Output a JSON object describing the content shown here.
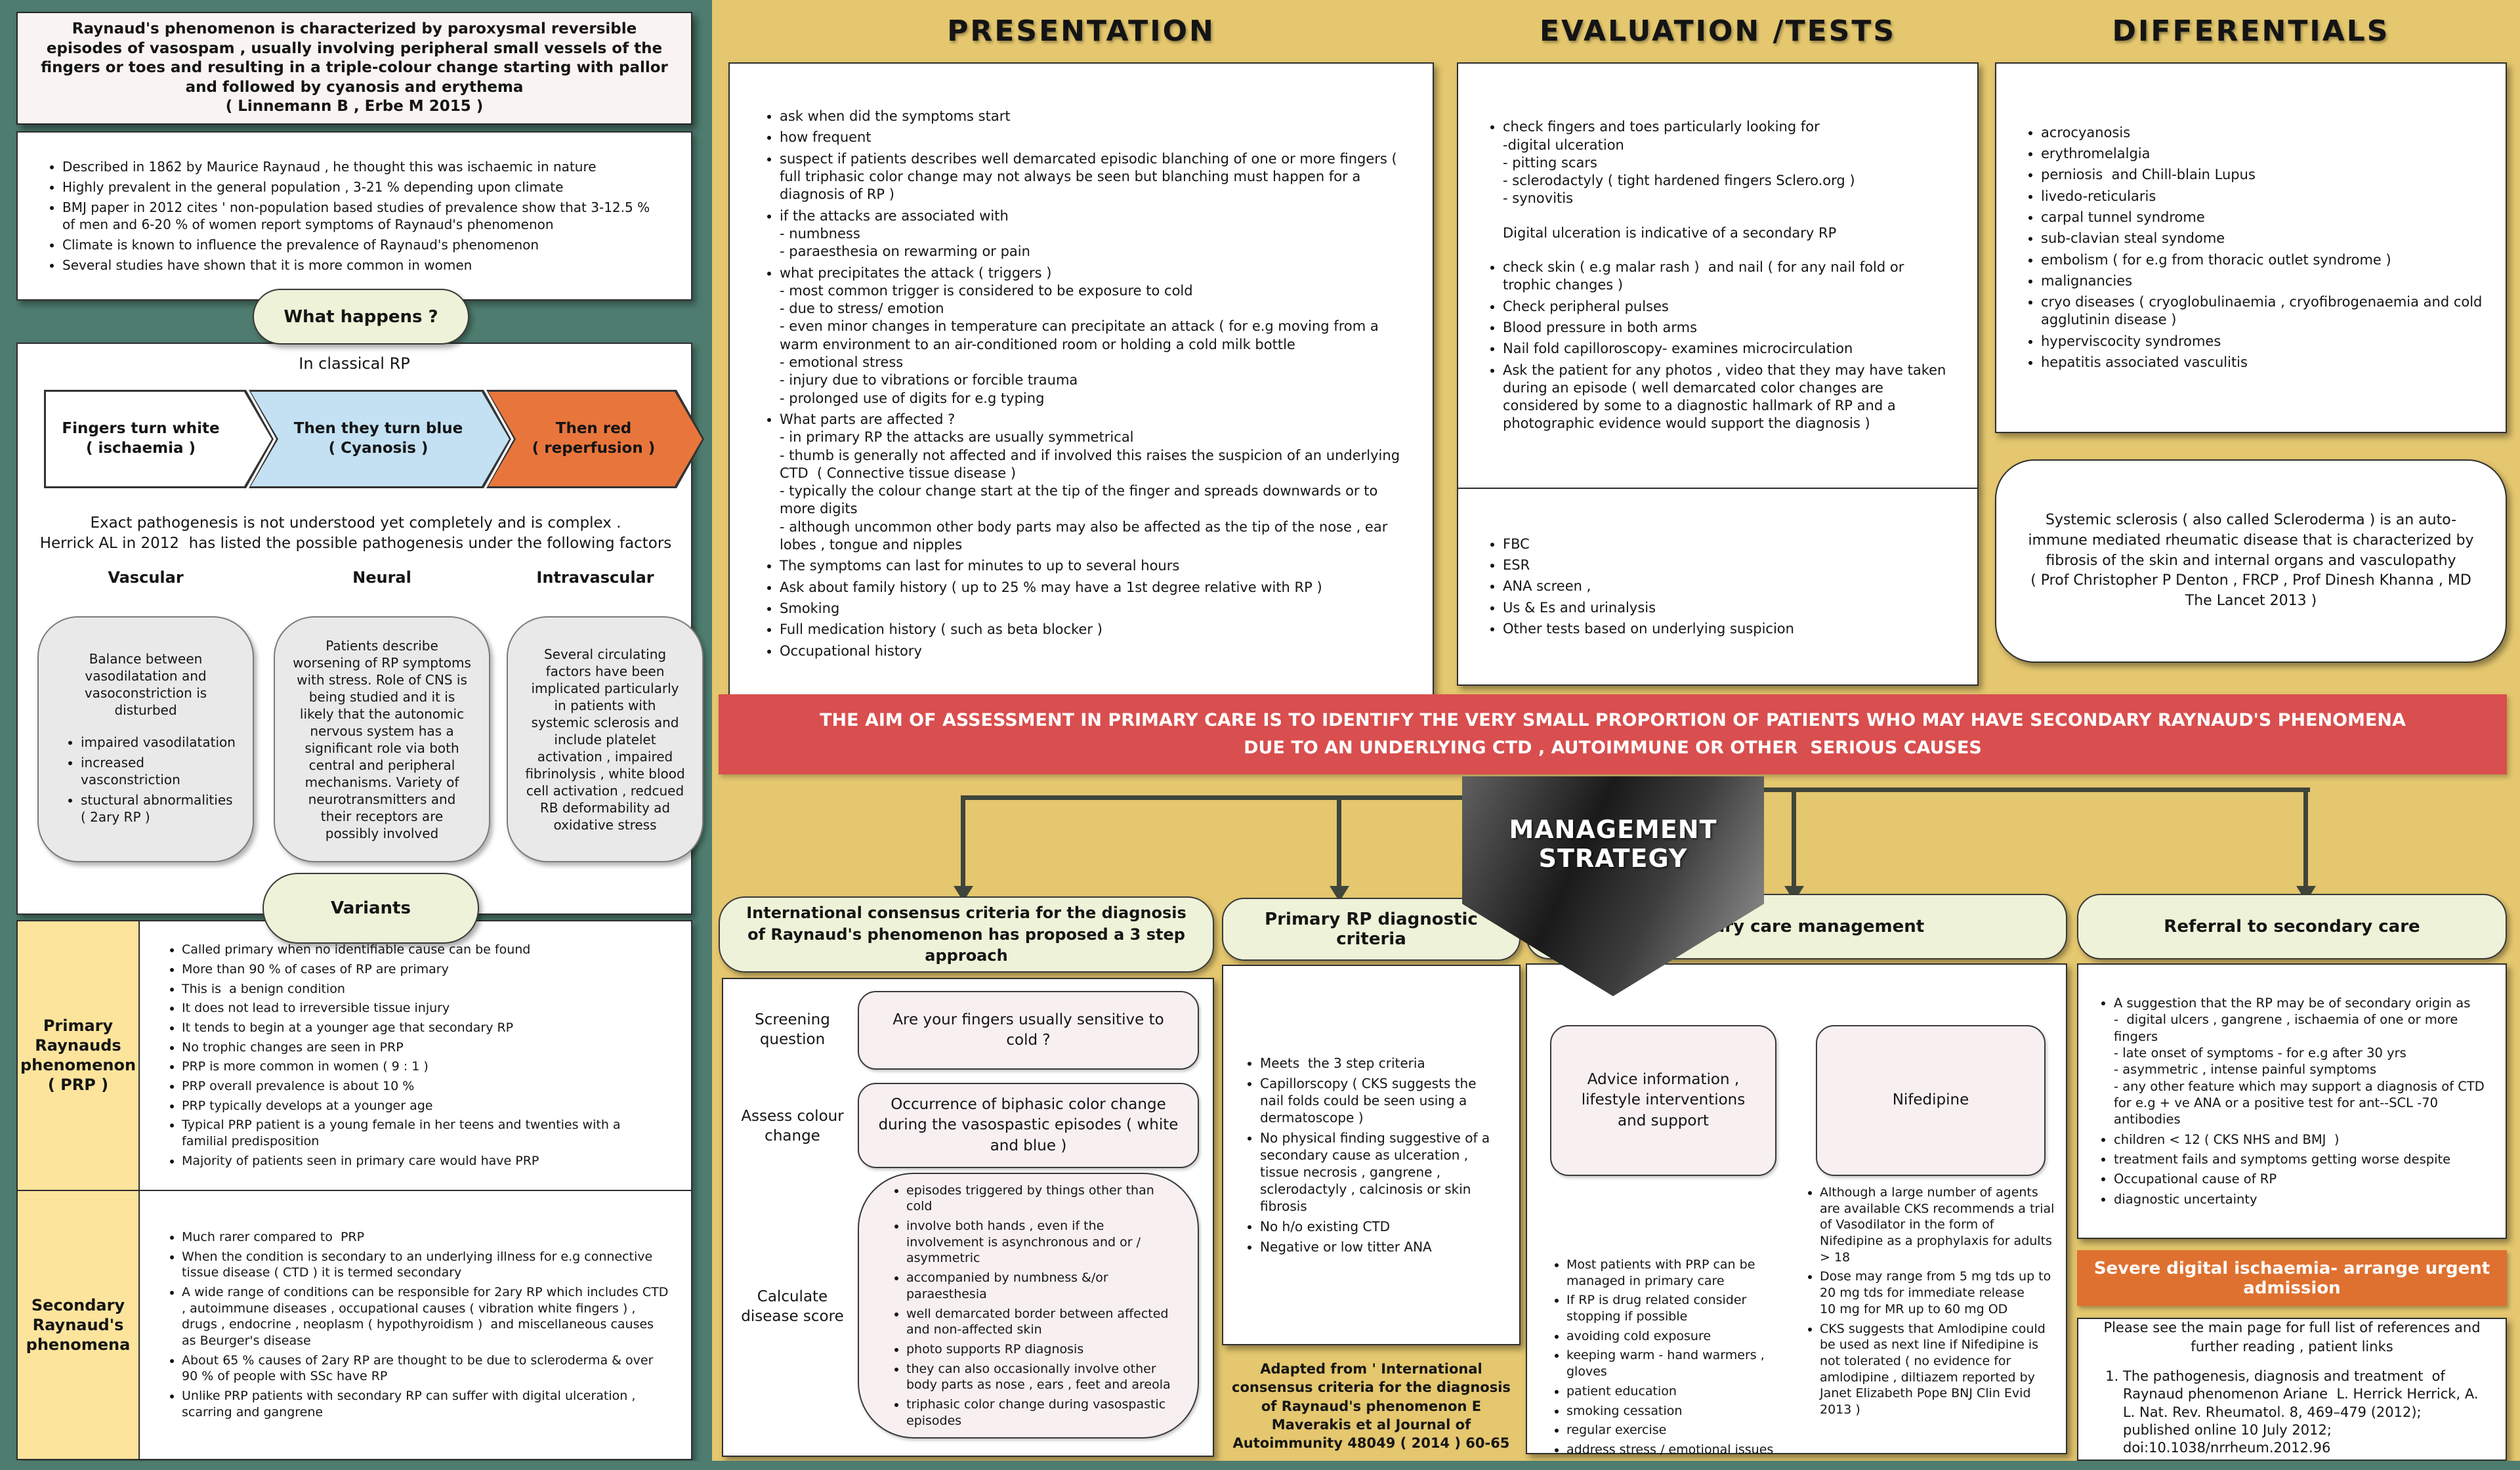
{
  "poster": {
    "colors": {
      "sidebar_teal": "#4e7c6f",
      "background_gold": "#e4c76e",
      "banner_red": "#d94e4e",
      "urgent_orange": "#df7130",
      "chevron_blue": "#c3e1f3",
      "chevron_orange": "#e8763c",
      "pill_green": "#eef2d8",
      "label_yellow": "#fce49c",
      "connector_dark": "#3f453b"
    }
  },
  "left": {
    "definition": "Raynaud's phenomenon is characterized by paroxysmal reversible episodes of vasospam , usually involving peripheral small vessels of the fingers or toes and resulting in a triple-colour change starting with pallor and followed by cyanosis and erythema\n( Linnemann B , Erbe M 2015 )",
    "history": [
      "Described in 1862 by Maurice Raynaud , he thought this was ischaemic in nature",
      "Highly prevalent in the general population , 3-21 % depending upon climate",
      "BMJ paper in 2012 cites ' non-population based studies of prevalence show that 3-12.5 % of men and 6-20 % of women report symptoms of Raynaud's phenomenon",
      "Climate is known to influence the prevalence of Raynaud's phenomenon",
      "Several studies have shown that it is more common in women"
    ],
    "what_happens_label": "What happens ?",
    "classical_rp": "In classical RP",
    "steps": [
      {
        "label": "Fingers turn white\n( ischaemia )"
      },
      {
        "label": "Then they turn blue\n( Cyanosis )"
      },
      {
        "label": "Then red\n( reperfusion )"
      }
    ],
    "pathogenesis_note": "Exact pathogenesis is not understood yet completely and is complex .\nHerrick AL in 2012  has listed the possible pathogenesis under the following factors",
    "factors": {
      "labels": [
        "Vascular",
        "Neural",
        "Intravascular"
      ],
      "vascular_intro": "Balance between vasodilatation and vasoconstriction is disturbed",
      "vascular_bullets": [
        "impaired vasodilatation",
        "increased vasconstriction",
        "stuctural abnormalities ( 2ary RP )"
      ],
      "neural_text": "Patients describe worsening of RP symptoms with stress. Role of CNS is being studied and it is likely that the autonomic nervous system has a significant role via both central and peripheral mechanisms. Variety of neurotransmitters and their receptors are possibly involved",
      "intravascular_text": "Several circulating factors have been implicated particularly in patients with systemic sclerosis and include platelet activation , impaired fibrinolysis , white blood cell activation , redcued RB deformability ad oxidative stress"
    },
    "variants_label": "Variants",
    "variants": [
      {
        "label": "Primary Raynauds phenomenon ( PRP )",
        "bullets": [
          "Called primary when no identifiable cause can be found",
          "More than 90 % of cases of RP are primary",
          "This is  a benign condition",
          "It does not lead to irreversible tissue injury",
          "It tends to begin at a younger age that secondary RP",
          "No trophic changes are seen in PRP",
          "PRP is more common in women ( 9 : 1 )",
          "PRP overall prevalence is about 10 %",
          "PRP typically develops at a younger age",
          "Typical PRP patient is a young female in her teens and twenties with a familial predisposition",
          "Majority of patients seen in primary care would have PRP"
        ]
      },
      {
        "label": "Secondary Raynaud's phenomena",
        "bullets": [
          "Much rarer compared to  PRP",
          "When the condition is secondary to an underlying illness for e.g connective tissue disease ( CTD ) it is termed secondary",
          "A wide range of conditions can be responsible for 2ary RP which includes CTD , autoimmune diseases , occupational causes ( vibration white fingers ) , drugs , endocrine , neoplasm ( hypothyroidism )  and miscellaneous causes as Beurger's disease",
          "About 65 % causes of 2ary RP are thought to be due to scleroderma & over 90 % of people with SSc have RP",
          "Unlike PRP patients with secondary RP can suffer with digital ulceration , scarring and gangrene"
        ]
      }
    ]
  },
  "presentation": {
    "title": "PRESENTATION",
    "bullets": [
      "ask when did the symptoms start",
      "how frequent",
      "suspect if patients describes well demarcated episodic blanching of one or more fingers ( full triphasic color change may not always be seen but blanching must happen for a diagnosis of RP )",
      "if the attacks are associated with\n- numbness\n- paraesthesia on rewarming or pain",
      "what precipitates the attack ( triggers )\n- most common trigger is considered to be exposure to cold\n- due to stress/ emotion\n- even minor changes in temperature can precipitate an attack ( for e.g moving from a warm environment to an air-conditioned room or holding a cold milk bottle\n- emotional stress\n- injury due to vibrations or forcible trauma\n- prolonged use of digits for e.g typing",
      "What parts are affected ?\n- in primary RP the attacks are usually symmetrical\n- thumb is generally not affected and if involved this raises the suspicion of an underlying CTD  ( Connective tissue disease )\n- typically the colour change start at the tip of the finger and spreads downwards or to more digits\n- although uncommon other body parts may also be affected as the tip of the nose , ear lobes , tongue and nipples",
      "The symptoms can last for minutes to up to several hours",
      "Ask about family history ( up to 25 % may have a 1st degree relative with RP )",
      "Smoking",
      "Full medication history ( such as beta blocker )",
      "Occupational history"
    ]
  },
  "evaluation": {
    "title": "EVALUATION /TESTS",
    "exam_bullets_top": [
      "check fingers and toes particularly looking for\n-digital ulceration\n- pitting scars\n- sclerodactyly ( tight hardened fingers Sclero.org )\n- synovitis"
    ],
    "note": "Digital ulceration is indicative of a secondary RP",
    "exam_bullets_bottom": [
      "check skin ( e.g malar rash )  and nail ( for any nail fold or trophic changes )",
      "Check peripheral pulses",
      "Blood pressure in both arms",
      "Nail fold capilloroscopy- examines microcirculation",
      "Ask the patient for any photos , video that they may have taken during an episode ( well demarcated color changes are considered by some to a diagnostic hallmark of RP and a photographic evidence would support the diagnosis )"
    ],
    "lab_bullets": [
      "FBC",
      "ESR",
      "ANA screen ,",
      "Us & Es and urinalysis",
      "Other tests based on underlying suspicion"
    ]
  },
  "differentials": {
    "title": "DIFFERENTIALS",
    "bullets": [
      "acrocyanosis",
      "erythromelalgia",
      "perniosis  and Chill-blain Lupus",
      "livedo-reticularis",
      "carpal tunnel syndrome",
      "sub-clavian steal syndome",
      "embolism ( for e.g from thoracic outlet syndrome )",
      "malignancies",
      "cryo diseases ( cryoglobulinaemia , cryofibrogenaemia and cold agglutinin disease )",
      "hyperviscocity syndromes",
      "hepatitis associated vasculitis"
    ],
    "scleroderma_note": "Systemic sclerosis ( also called Scleroderma ) is an auto-immune mediated rheumatic disease that is characterized by fibrosis of the skin and internal organs and vasculopathy\n( Prof Christopher P Denton , FRCP , Prof Dinesh Khanna , MD\nThe Lancet 2013 )"
  },
  "banner": {
    "text": "THE AIM OF ASSESSMENT IN PRIMARY CARE IS TO IDENTIFY THE VERY SMALL PROPORTION OF PATIENTS WHO MAY HAVE SECONDARY RAYNAUD'S PHENOMENA\nDUE TO AN UNDERLYING CTD , AUTOIMMUNE OR OTHER  SERIOUS CAUSES"
  },
  "management": {
    "label": "MANAGEMENT\nSTRATEGY"
  },
  "consensus": {
    "header": "International consensus criteria for the diagnosis of Raynaud's phenomenon has proposed a 3 step approach",
    "step1_label": "Screening question",
    "step1_text": "Are your fingers usually sensitive to cold ?",
    "step2_label": "Assess colour change",
    "step2_text": "Occurrence of biphasic color change during the vasospastic episodes ( white and blue )",
    "step3_label": "Calculate disease score",
    "step3_bullets": [
      "episodes triggered by things other than cold",
      "involve both hands , even if the involvement is asynchronous and or / asymmetric",
      "accompanied by numbness &/or paraesthesia",
      "well demarcated border between affected and non-affected skin",
      "photo supports RP diagnosis",
      "they can also occasionally involve other body parts as nose , ears , feet and areola",
      "triphasic color change during vasospastic episodes"
    ]
  },
  "primary_criteria": {
    "header": "Primary RP diagnostic criteria",
    "bullets": [
      "Meets  the 3 step criteria",
      "Capillorscopy ( CKS suggests the nail folds could be seen using a dermatoscope )",
      "No physical finding suggestive of a secondary cause as ulceration , tissue necrosis , gangrene , sclerodactyly , calcinosis or skin fibrosis",
      "No h/o existing CTD",
      "Negative or low titter ANA"
    ],
    "footnote": "Adapted from ' International consensus criteria for the diagnosis of Raynaud's phenomenon E Maverakis et al Journal of Autoimmunity 48049 ( 2014 ) 60-65"
  },
  "primary_care": {
    "header": "Primary care management",
    "advice_box": "Advice information , lifestyle interventions and support",
    "drug_box": "Nifedipine",
    "advice_bullets": [
      "Most patients with PRP can be managed in primary care",
      "If RP is drug related consider stopping if possible",
      "avoiding cold exposure",
      "keeping warm - hand warmers , gloves",
      "patient education",
      "smoking cessation",
      "regular exercise",
      "address stress / emotional issues"
    ],
    "drug_bullets": [
      "Although a large number of agents are available CKS recommends a trial of Vasodilator in the form of Nifedipine as a prophylaxis for adults > 18",
      "Dose may range from 5 mg tds up to 20 mg tds for immediate release\n10 mg for MR up to 60 mg OD",
      "CKS suggests that Amlodipine could be used as next line if Nifedipine is not tolerated ( no evidence for amlodipine , diltiazem reported by Janet Elizabeth Pope BNJ Clin Evid 2013 )"
    ]
  },
  "referral": {
    "header": "Referral to secondary care",
    "bullets": [
      "A suggestion that the RP may be of secondary origin as\n-  digital ulcers , gangrene , ischaemia of one or more fingers\n- late onset of symptoms - for e.g after 30 yrs\n- asymmetric , intense painful symptoms\n- any other feature which may support a diagnosis of CTD for e.g + ve ANA or a positive test for ant--SCL -70 antibodies",
      "children < 12 ( CKS NHS and BMJ  )",
      "treatment fails and symptoms getting worse despite",
      "Occupational cause of RP",
      "diagnostic uncertainty"
    ],
    "urgent": "Severe digital ischaemia- arrange urgent admission",
    "refs_note": "Please see the main page for full list of references and further reading , patient links",
    "ref_items": [
      "The pathogenesis, diagnosis and treatment  of Raynaud phenomenon Ariane  L. Herrick Herrick, A. L. Nat. Rev. Rheumatol. 8, 469–479 (2012); published online 10 July 2012; doi:10.1038/nrrheum.2012.96"
    ]
  }
}
